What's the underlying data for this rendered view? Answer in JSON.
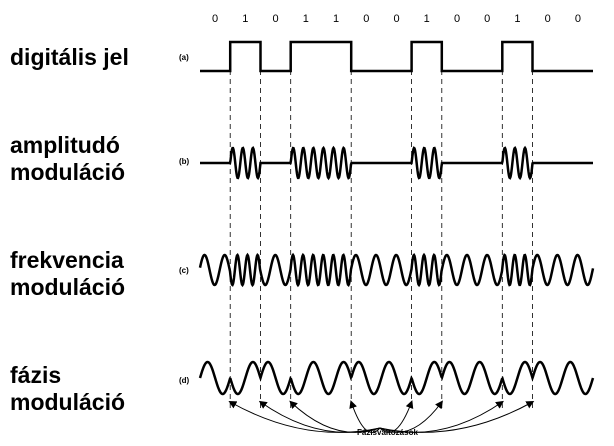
{
  "bits": [
    "0",
    "1",
    "0",
    "1",
    "1",
    "0",
    "0",
    "1",
    "0",
    "0",
    "1",
    "0",
    "0"
  ],
  "rows": [
    {
      "marker": "(a)",
      "label_lines": [
        "digitális jel"
      ]
    },
    {
      "marker": "(b)",
      "label_lines": [
        "amplitudó",
        "moduláció"
      ]
    },
    {
      "marker": "(c)",
      "label_lines": [
        "frekvencia",
        "moduláció"
      ]
    },
    {
      "marker": "(d)",
      "label_lines": [
        "fázis",
        "moduláció"
      ]
    }
  ],
  "caption": "Fázisváltozások"
}
